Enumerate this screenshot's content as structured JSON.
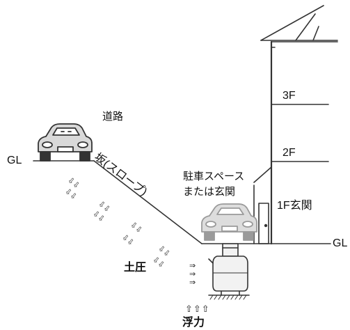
{
  "labels": {
    "road": "道路",
    "gl_left": "GL",
    "gl_right": "GL",
    "slope": "坂(スロープ)",
    "parking_line1": "駐車スペース",
    "parking_line2": "または玄関",
    "floor_3f": "3F",
    "floor_2f": "2F",
    "floor_1f": "1F玄関",
    "earth_pressure": "土圧",
    "buoyancy": "浮力"
  },
  "arrow_glyphs": {
    "down_right": "⇩⇩",
    "right": "⇒",
    "up": "⇧⇧⇧"
  },
  "colors": {
    "line": "#333333",
    "car_fill": "#d9d9d9",
    "tank_fill": "#f2f2f2"
  }
}
